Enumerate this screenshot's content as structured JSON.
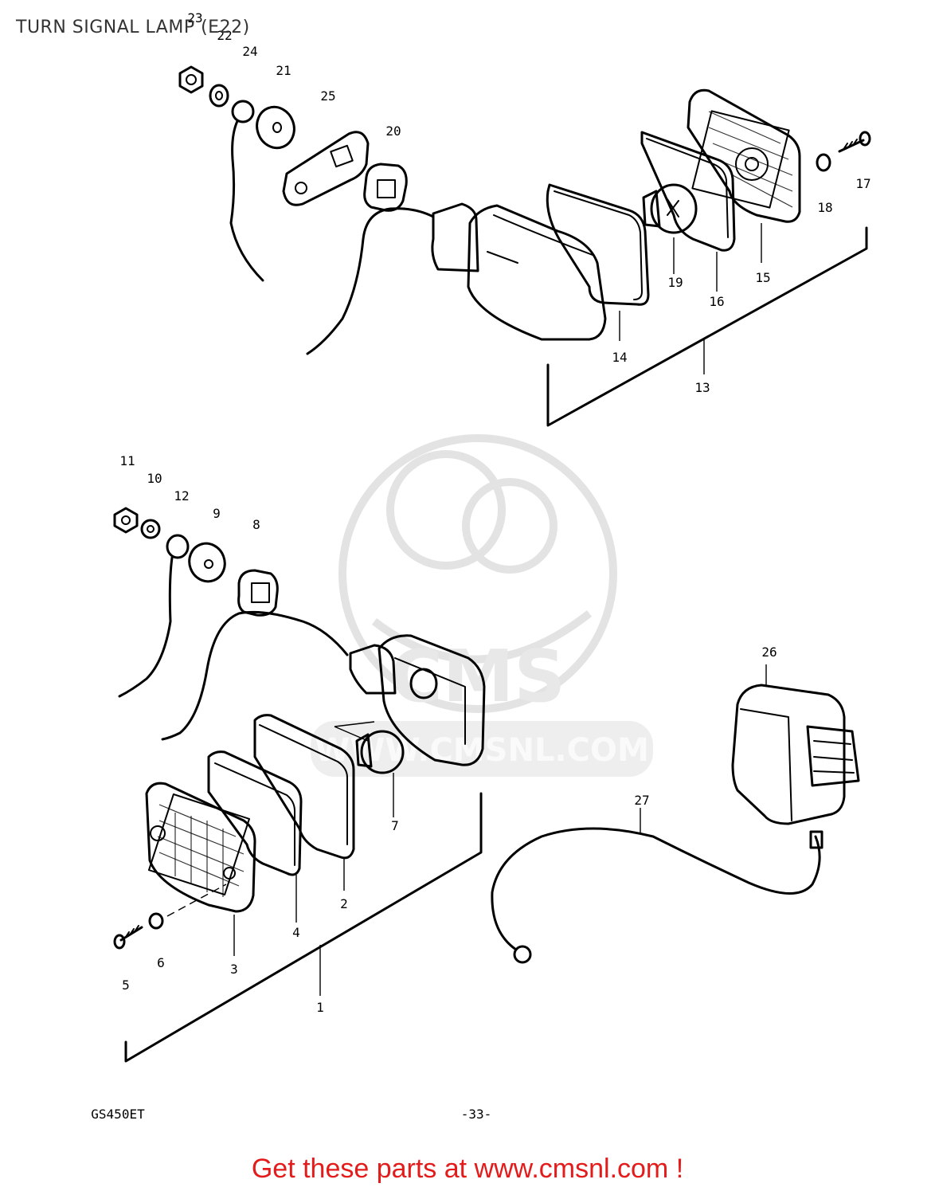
{
  "title": "TURN SIGNAL LAMP (E22)",
  "model_code": "GS450ET",
  "page_number": "-33-",
  "watermark": {
    "logo_text": "CMS",
    "url_text": "WWW.CMSNL.COM"
  },
  "footer_link": "Get these parts at www.cmsnl.com !",
  "part_numbers": [
    "1",
    "2",
    "3",
    "4",
    "5",
    "6",
    "7",
    "8",
    "9",
    "10",
    "11",
    "12",
    "13",
    "14",
    "15",
    "16",
    "17",
    "18",
    "19",
    "20",
    "21",
    "22",
    "23",
    "24",
    "25",
    "26",
    "27"
  ]
}
